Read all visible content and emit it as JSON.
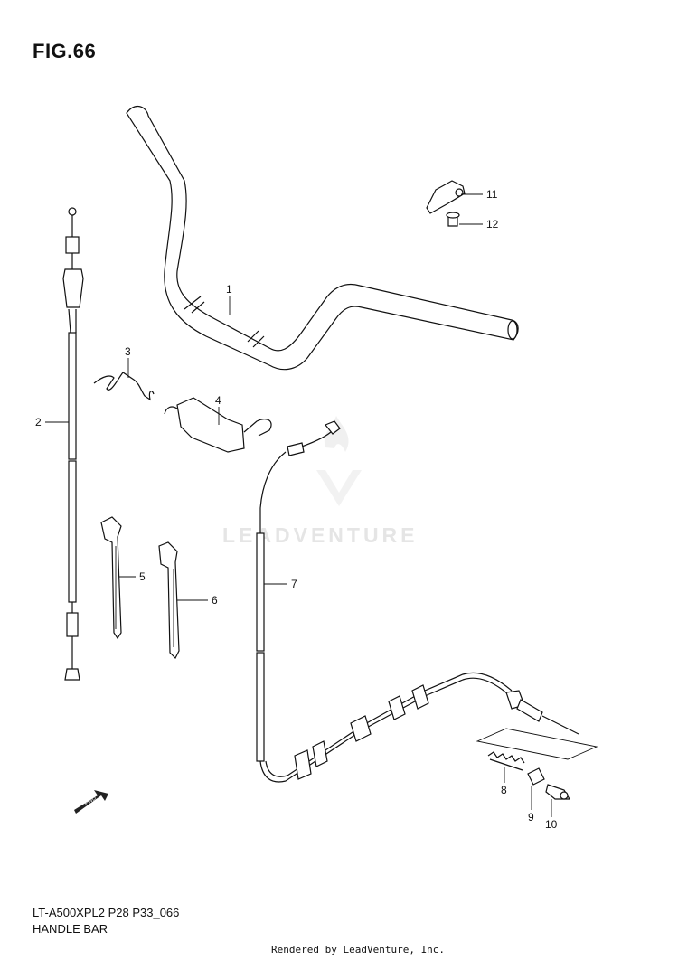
{
  "figure": {
    "title": "FIG.66"
  },
  "footer": {
    "code": "LT-A500XPL2 P28 P33_066",
    "name": "HANDLE BAR",
    "rendered_by": "Rendered by LeadVenture, Inc."
  },
  "watermark": {
    "text": "LEADVENTURE"
  },
  "fwd_arrow": {
    "label": "FWD"
  },
  "callouts": [
    "1",
    "2",
    "3",
    "4",
    "5",
    "6",
    "7",
    "8",
    "9",
    "10",
    "11",
    "12"
  ]
}
